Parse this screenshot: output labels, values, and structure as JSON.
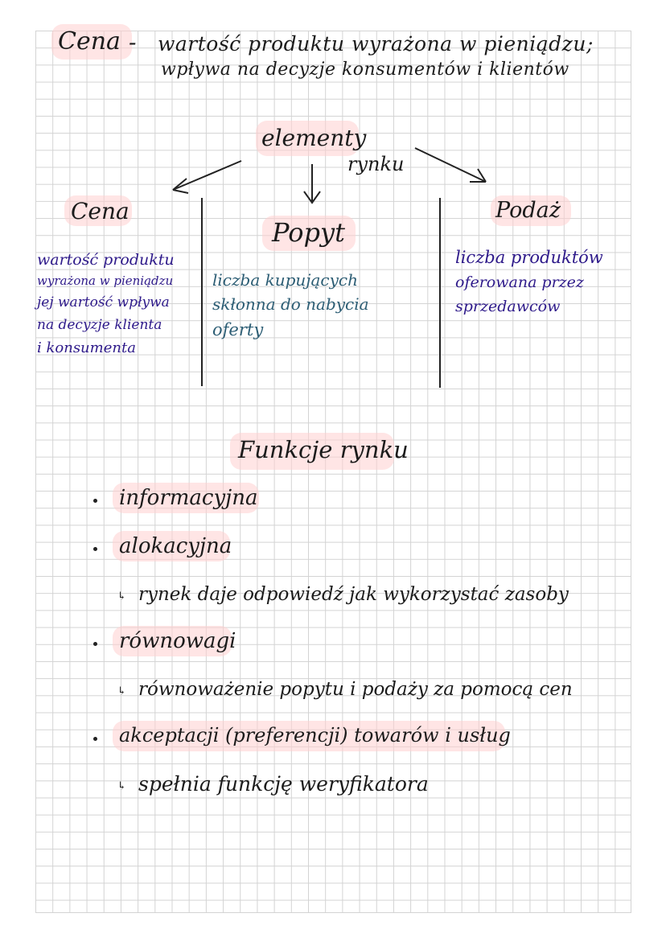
{
  "header": {
    "term": "Cena",
    "dash": "-",
    "line1": "wartość produktu wyrażona w pieniądzu;",
    "line2": "wpływa na decyzje konsumentów i klientów"
  },
  "diagram": {
    "center_line1": "elementy",
    "center_line2": "rynku",
    "left_title": "Cena",
    "left_lines": [
      "wartość produktu",
      "wyrażona w pieniądzu",
      "jej wartość wpływa",
      "na decyzje klienta",
      "i konsumenta"
    ],
    "middle_title": "Popyt",
    "middle_lines": [
      "liczba kupujących",
      "skłonna do nabycia",
      "oferty"
    ],
    "right_title": "Podaż",
    "right_lines": [
      "liczba produktów",
      "oferowana przez",
      "sprzedawców"
    ]
  },
  "functions": {
    "title": "Funkcje rynku",
    "items": [
      {
        "label": "informacyjna",
        "note": ""
      },
      {
        "label": "alokacyjna",
        "note": "rynek daje odpowiedź jak wykorzystać zasoby"
      },
      {
        "label": "równowagi",
        "note": "równoważenie popytu i podaży za pomocą cen"
      },
      {
        "label": "akceptacji (preferencji) towarów i usług",
        "note": "spełnia funkcję weryfikatora"
      }
    ]
  },
  "colors": {
    "ink": "#1b1b1b",
    "purple_ink": "#2e1a8a",
    "teal_ink": "#2c5d74",
    "highlight": "#ffd0d0",
    "grid": "#d3d3d3"
  }
}
